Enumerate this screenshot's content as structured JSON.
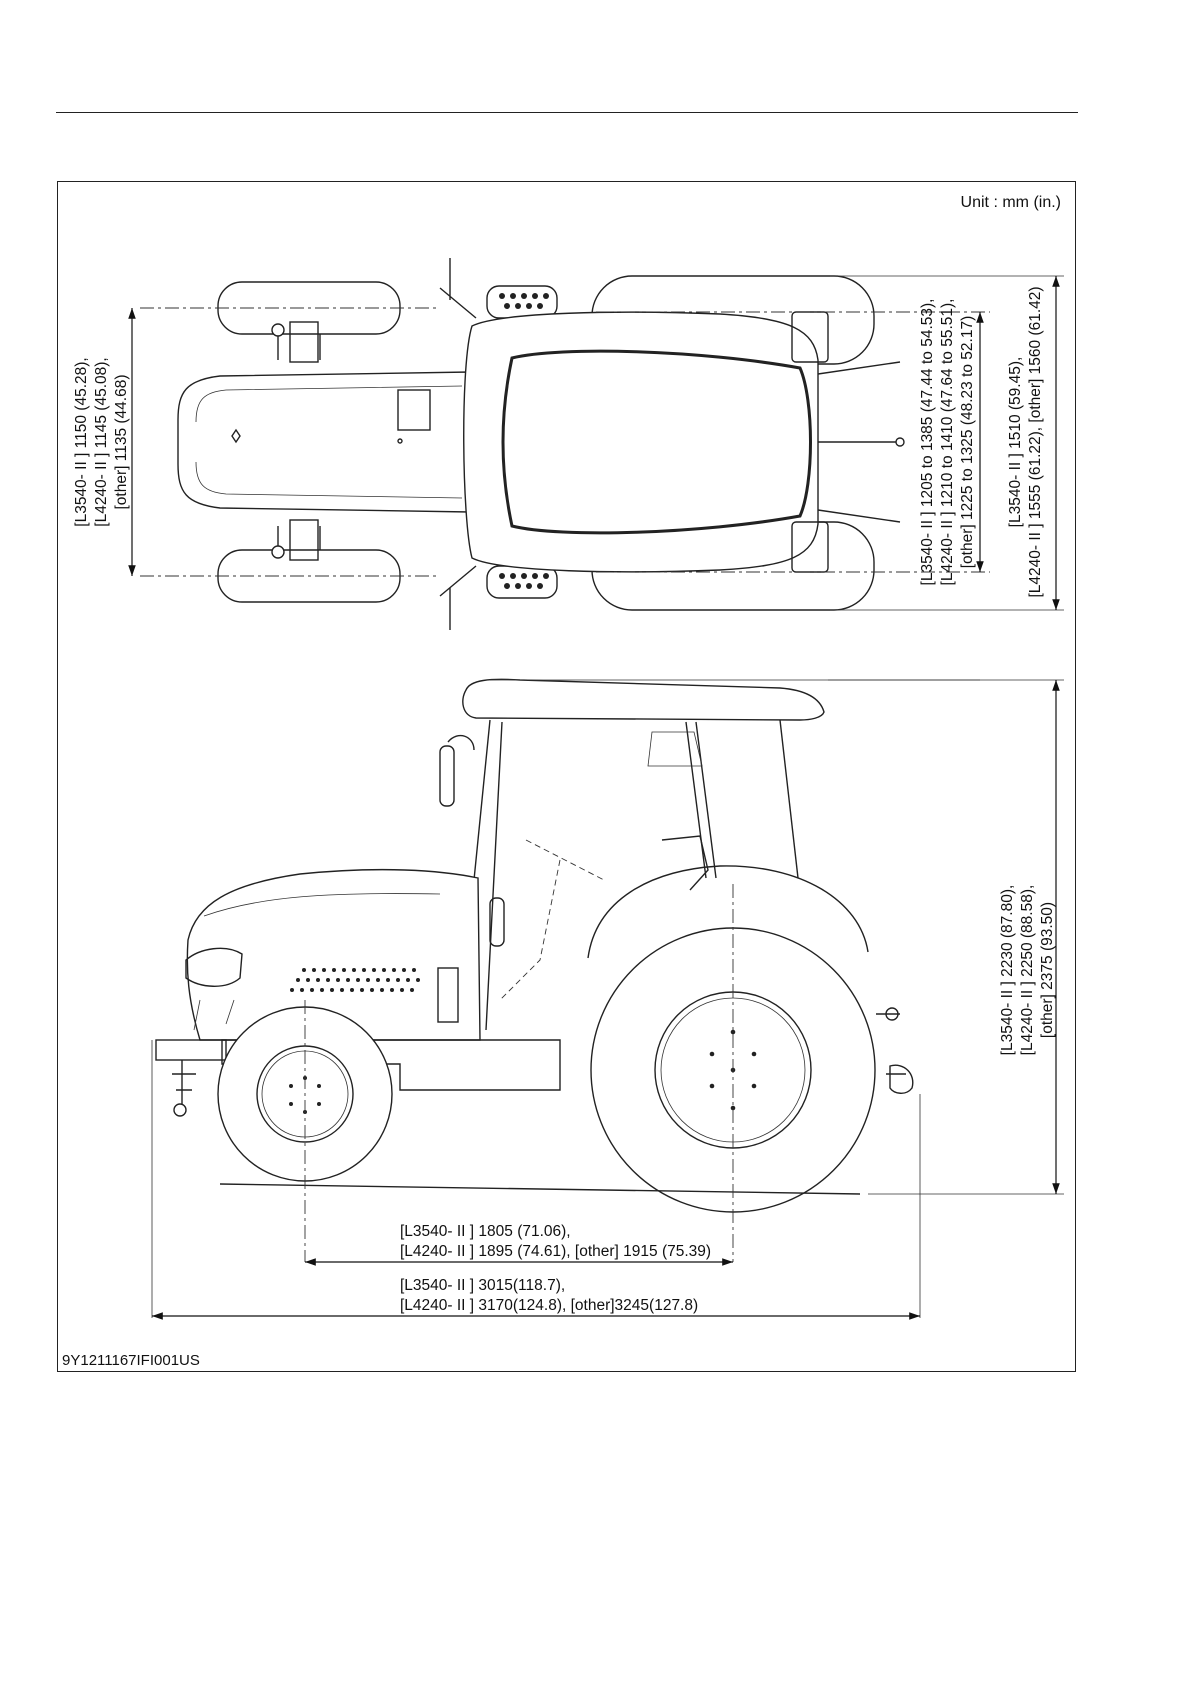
{
  "page": {
    "unit_label": "Unit : mm (in.)",
    "figure_id": "9Y1211167IFI001US"
  },
  "dimensions": {
    "front_tread": [
      "[L3540- II ] 1150 (45.28),",
      "[L4240- II ] 1145 (45.08),",
      "[other] 1135 (44.68)"
    ],
    "rear_tread": [
      "[L3540- II ] 1205 to 1385 (47.44 to 54.53),",
      "[L4240- II ] 1210 to 1410 (47.64 to 55.51),",
      "[other] 1225 to 1325 (48.23 to 52.17)"
    ],
    "overall_width": [
      "[L3540- II ] 1510 (59.45),",
      "[L4240- II ] 1555 (61.22), [other] 1560 (61.42)"
    ],
    "overall_height": [
      "[L3540- II ] 2230 (87.80),",
      "[L4240- II ] 2250 (88.58),",
      "[other] 2375 (93.50)"
    ],
    "wheelbase": [
      "[L3540- II ] 1805 (71.06),",
      "[L4240- II ] 1895 (74.61), [other] 1915 (75.39)"
    ],
    "overall_length": [
      "[L3540- II ] 3015(118.7),",
      "[L4240- II ] 3170(124.8), [other]3245(127.8)"
    ]
  }
}
